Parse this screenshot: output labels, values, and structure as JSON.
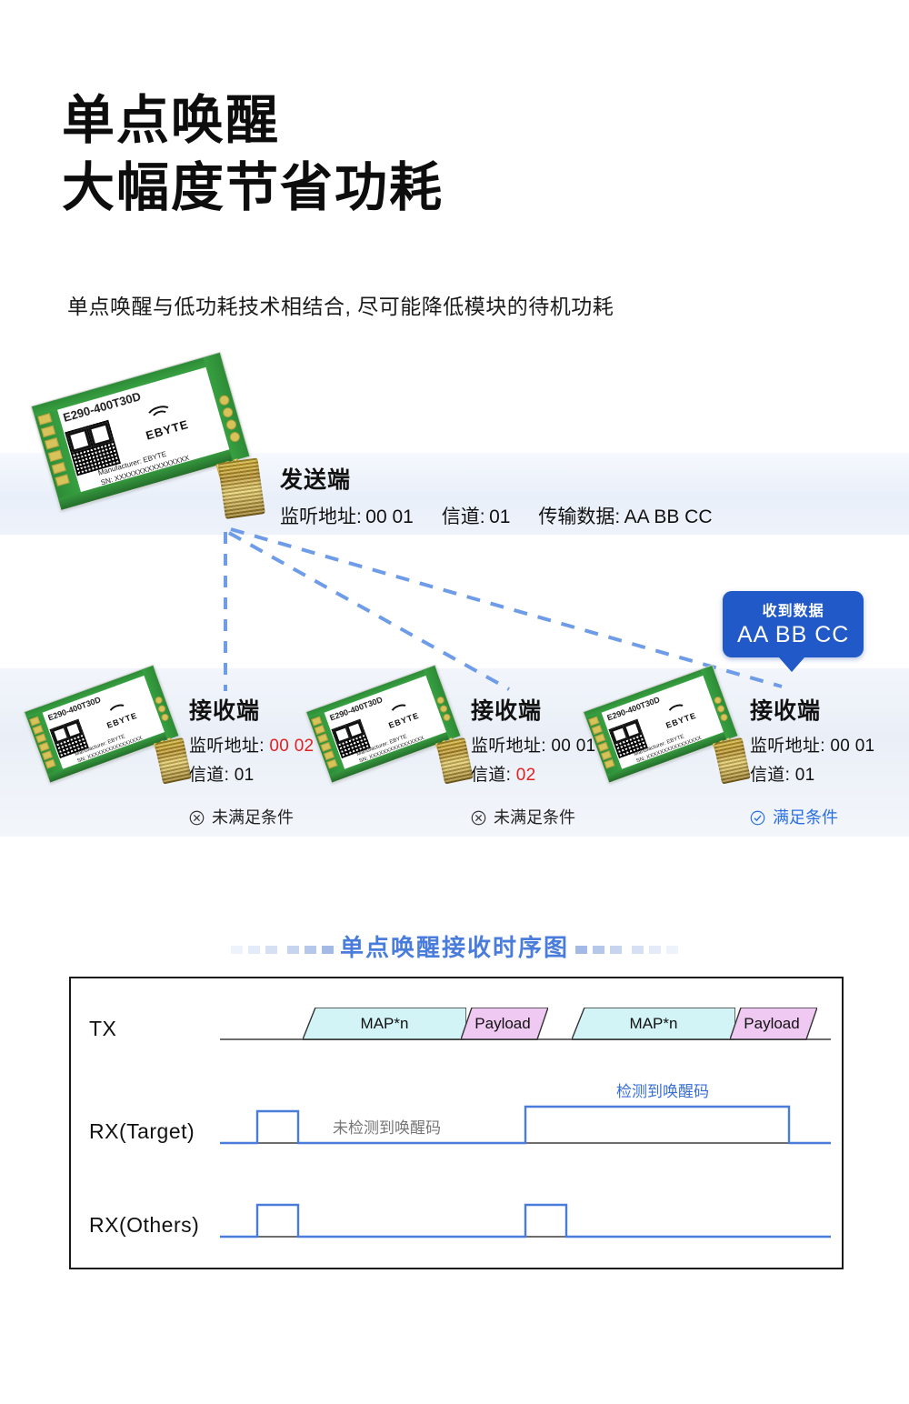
{
  "heading": {
    "line1": "单点唤醒",
    "line2": "大幅度节省功耗",
    "subtitle": "单点唤醒与低功耗技术相结合, 尽可能降低模块的待机功耗"
  },
  "module_label": {
    "model": "E290-400T30D",
    "brand": "EBYTE",
    "manufacturer": "Manufacturer: EBYTE",
    "sn": "SN: XXXXXXXXXXXXXXXX"
  },
  "sender": {
    "title": "发送端",
    "address_label": "监听地址:",
    "address_value": "00 01",
    "channel_label": "信道:",
    "channel_value": "01",
    "data_label": "传输数据:",
    "data_value": "AA BB CC"
  },
  "callout": {
    "title": "收到数据",
    "value": "AA BB CC"
  },
  "receivers": [
    {
      "title": "接收端",
      "address_label": "监听地址:",
      "address_value": "00 02",
      "address_highlight": "red",
      "channel_label": "信道:",
      "channel_value": "01",
      "channel_highlight": "none",
      "status_icon": "cross-circle-icon",
      "status_text": "未满足条件",
      "status_state": "fail"
    },
    {
      "title": "接收端",
      "address_label": "监听地址:",
      "address_value": "00 01",
      "address_highlight": "none",
      "channel_label": "信道:",
      "channel_value": "02",
      "channel_highlight": "red",
      "status_icon": "cross-circle-icon",
      "status_text": "未满足条件",
      "status_state": "fail"
    },
    {
      "title": "接收端",
      "address_label": "监听地址:",
      "address_value": "00 01",
      "address_highlight": "none",
      "channel_label": "信道:",
      "channel_value": "01",
      "channel_highlight": "none",
      "status_icon": "check-circle-icon",
      "status_text": "满足条件",
      "status_state": "ok"
    }
  ],
  "section": {
    "title": "单点唤醒接收时序图"
  },
  "timing": {
    "rows": [
      {
        "label": "TX"
      },
      {
        "label": "RX(Target)"
      },
      {
        "label": "RX(Others)"
      }
    ],
    "tx_blocks": [
      {
        "label": "MAP*n",
        "kind": "map"
      },
      {
        "label": "Payload",
        "kind": "payload"
      },
      {
        "label": "MAP*n",
        "kind": "map"
      },
      {
        "label": "Payload",
        "kind": "payload"
      }
    ],
    "notes": {
      "not_detected": "未检测到唤醒码",
      "detected": "检测到唤醒码"
    }
  },
  "colors": {
    "accent_blue": "#2159c8",
    "signal_blue": "#4a7ddb",
    "title_blue": "#4a7ddb",
    "red": "#e02121",
    "map_fill": "#d2f4f7",
    "payload_fill": "#f0c9f2",
    "pcb_green": "#2f8f38"
  }
}
